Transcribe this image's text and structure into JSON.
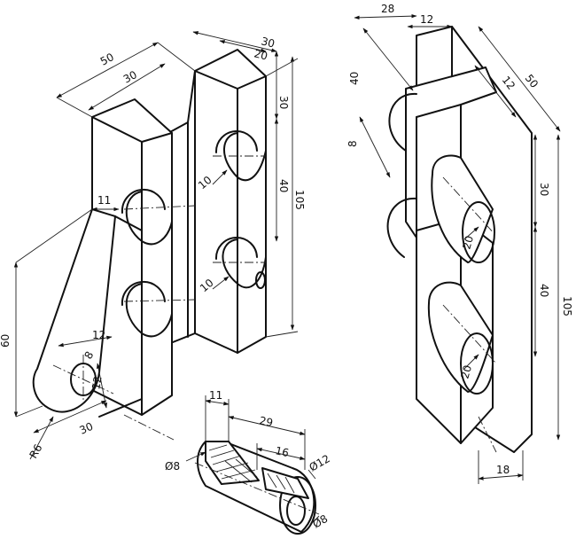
{
  "dimensions": {
    "left_part": {
      "top_width_50": "50",
      "top_offset_30": "30",
      "top_right_30": "30",
      "top_right_20": "20",
      "side_30": "30",
      "side_40": "40",
      "side_105": "105",
      "notch_radius_10_top": "10",
      "notch_radius_10_bottom": "10",
      "rib_thickness_11": "11",
      "arm_height_60": "60",
      "arm_hole_12_horizontal": "12",
      "arm_hole_8": "8",
      "arm_hole_12_vertical": "12",
      "arm_length_30": "30",
      "arm_end_radius": "R6"
    },
    "right_part": {
      "top_width_28": "28",
      "top_width_12": "12",
      "side_50": "50",
      "side_12": "12",
      "left_40": "40",
      "left_8": "8",
      "side_30": "30",
      "side_40": "40",
      "side_105": "105",
      "radius_20_top": "20",
      "radius_20_bottom": "20",
      "bottom_width_18": "18"
    },
    "pin": {
      "length_11": "11",
      "length_29": "29",
      "length_16": "16",
      "diameter_8_left": "Ø8",
      "diameter_12": "Ø12",
      "diameter_8_right": "Ø8"
    }
  }
}
